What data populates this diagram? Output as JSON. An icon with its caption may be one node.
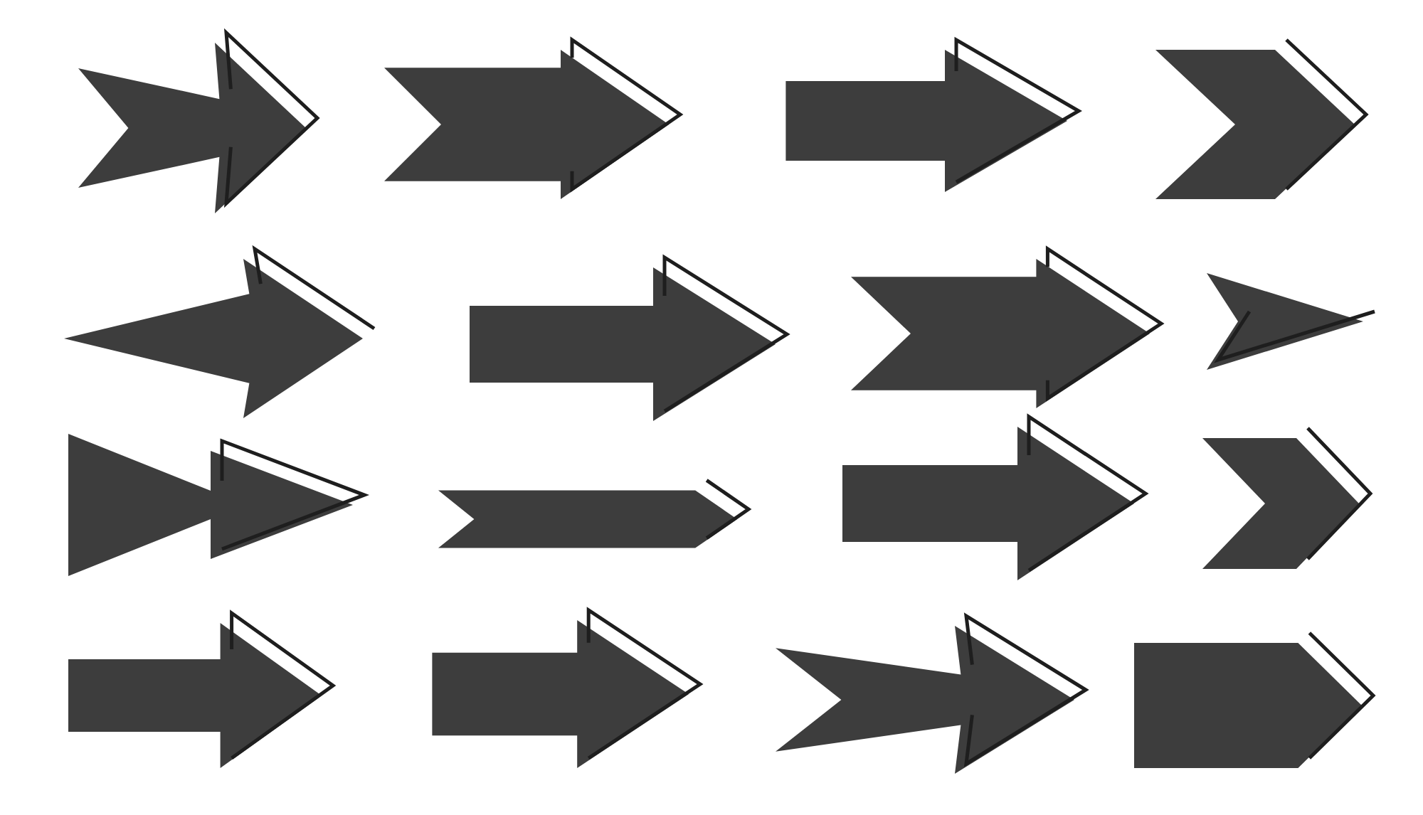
{
  "diagram": {
    "nodes": [
      {
        "text": [],
        "shape": "arrow"
      },
      {
        "text": [],
        "shape": "arrow"
      },
      {
        "text": [],
        "shape": "arrow"
      },
      {
        "text": [],
        "shape": "arrow"
      },
      {
        "text": [],
        "shape": "arrow"
      },
      {
        "text": [],
        "shape": "arrow"
      },
      {
        "text": [],
        "shape": "arrow"
      },
      {
        "text": [],
        "shape": "arrow"
      },
      {
        "text": [],
        "shape": "arrow"
      },
      {
        "text": [],
        "shape": "arrow"
      },
      {
        "text": [],
        "shape": "arrow"
      },
      {
        "text": [],
        "shape": "arrow"
      },
      {
        "text": [],
        "shape": "arrow"
      },
      {
        "text": [],
        "shape": "arrow"
      },
      {
        "text": [],
        "shape": "arrow"
      },
      {
        "text": [],
        "shape": "arrow"
      }
    ]
  }
}
